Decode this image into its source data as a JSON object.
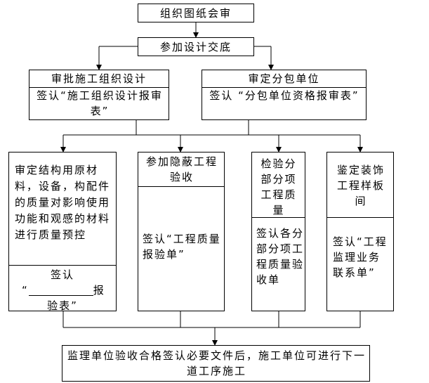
{
  "step1": {
    "text": "组织图纸会审"
  },
  "step2": {
    "text": "参加设计交底"
  },
  "approval_design": {
    "title": "审批施工组织设计",
    "sign": "签认“施工组织设计报审表”"
  },
  "approval_subcontract": {
    "title": "审定分包单位",
    "sign": "签认 “分包单位资格报审表”"
  },
  "materials": {
    "body": "审定结构用原材料，设备，构配件的质量对影响使用功能和观感的材料进行质量预控",
    "sign_label": "签认",
    "sign_quote_open": "“",
    "sign_suffix": "报",
    "sign_last": "验表”"
  },
  "hidden_works": {
    "title": "参加隐蔽工程验收",
    "sign": "签认“工程质量报验单”"
  },
  "sub_inspection": {
    "title": "检验分部分项工程质量",
    "sign": "签认各分部分项工程质量验收单"
  },
  "decoration": {
    "title": "鉴定装饰工程样板间",
    "sign": "签认“工程监理业务联系单”"
  },
  "final": {
    "text": "监理单位验收合格签认必要文件后，施工单位可进行下一道工序施工"
  }
}
